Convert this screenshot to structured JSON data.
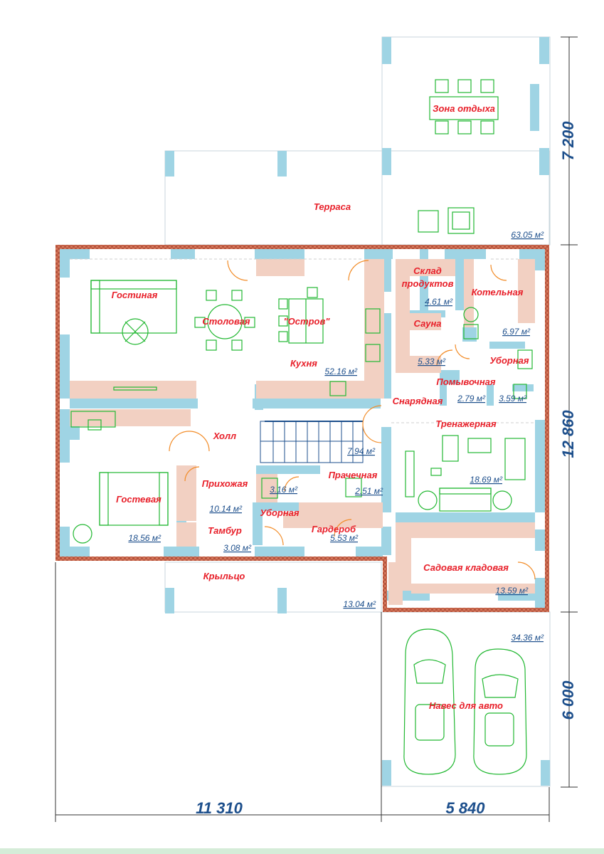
{
  "rooms": {
    "zona_otdykha": "Зона отдыха",
    "terrasa": "Терраса",
    "terrasa_area": "63.05 м²",
    "gostinaya": "Гостиная",
    "stolovaya": "Столовая",
    "ostrov": "\"Остров\"",
    "kukhnya": "Кухня",
    "kukhnya_area": "52.16 м²",
    "sklad": "Склад",
    "produktov": "продуктов",
    "sklad_area": "4.61 м²",
    "kotelnaya": "Котельная",
    "kotelnaya_area": "6.97 м²",
    "sauna": "Сауна",
    "sauna_area": "5.33 м²",
    "ubornaya1": "Уборная",
    "pomyvochnaya": "Помывочная",
    "pomyvochnaya_area": "2.79 м²",
    "ubornaya1_area": "3.59 м²",
    "snaryadnaya": "Снарядная",
    "trenazhernaya": "Тренажерная",
    "trenazhernaya_area": "18.69 м²",
    "kholl": "Холл",
    "kholl_area": "7.94 м²",
    "prikhozhaya": "Прихожая",
    "prikhozhaya_area": "10.14 м²",
    "prachechnaya": "Прачечная",
    "prachechnaya_area": "2.51 м²",
    "ubornaya2_area": "3.16 м²",
    "ubornaya2": "Уборная",
    "gostevaya": "Гостевая",
    "gostevaya_area": "18.56 м²",
    "tambur": "Тамбур",
    "tambur_area": "3.08 м²",
    "garderob": "Гардероб",
    "garderob_area": "5.53 м²",
    "sadovaya": "Садовая кладовая",
    "sadovaya_area": "13.59 м²",
    "kryltso": "Крыльцо",
    "kryltso_area": "13.04 м²",
    "naves": "Навес для авто",
    "naves_area": "34.36 м²"
  },
  "dimensions": {
    "width_main": "11 310",
    "width_garage": "5 840",
    "depth_terrace": "7 200",
    "depth_house": "12 860",
    "depth_garage": "6 000"
  },
  "colors": {
    "label": "#e8202a",
    "area": "#1d4f8c",
    "wall_fill": "#f2d0c2",
    "column": "#9fd4e4",
    "brick": "#c0573e",
    "furniture": "#22b832"
  }
}
